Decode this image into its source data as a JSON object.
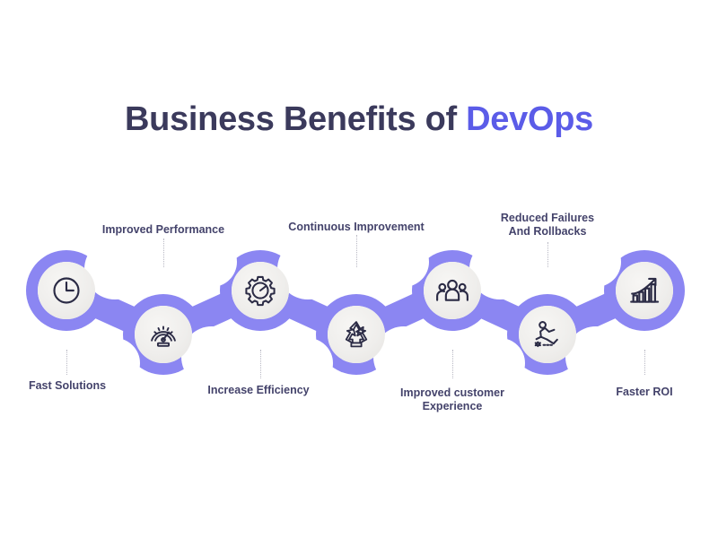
{
  "page": {
    "background_color": "#ffffff",
    "accent_color": "#5b5ce8",
    "chain_color": "#8b86f2",
    "disc_color": "#efeeec",
    "icon_color": "#2b2b45",
    "label_color": "#44436b"
  },
  "title": {
    "main": "Business Benefits of ",
    "accent": "DevOps",
    "full": "Business Benefits of DevOps"
  },
  "nodes": [
    {
      "id": "fast-solutions",
      "icon": "clock-icon",
      "label": "Fast Solutions",
      "label_position": "bottom"
    },
    {
      "id": "improved-performance",
      "icon": "speedometer-icon",
      "label": "Improved Performance",
      "label_position": "top"
    },
    {
      "id": "increase-efficiency",
      "icon": "gear-clock-icon",
      "label": "Increase Efficiency",
      "label_position": "bottom"
    },
    {
      "id": "continuous-improvement",
      "icon": "recycle-icon",
      "label": "Continuous Improvement",
      "label_position": "top"
    },
    {
      "id": "improved-customer-experience",
      "icon": "people-group-icon",
      "label": "Improved customer\nExperience",
      "label_position": "bottom"
    },
    {
      "id": "reduced-failures-and-rollbacks",
      "icon": "person-slipping-icon",
      "label": "Reduced Failures\nAnd Rollbacks",
      "label_position": "top"
    },
    {
      "id": "faster-roi",
      "icon": "growth-chart-icon",
      "label": "Faster ROI",
      "label_position": "bottom"
    }
  ]
}
